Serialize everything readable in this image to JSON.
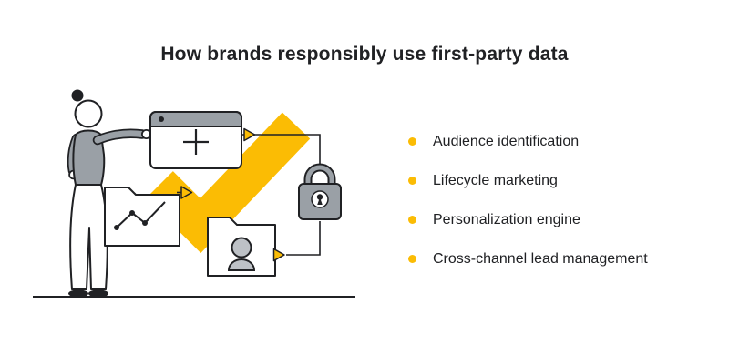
{
  "title": "How brands responsibly use first-party data",
  "benefits": {
    "items": [
      {
        "label": "Audience identification"
      },
      {
        "label": "Lifecycle marketing"
      },
      {
        "label": "Personalization engine"
      },
      {
        "label": "Cross-channel lead management"
      }
    ]
  },
  "illustration": {
    "description": "Woman beside a large yellow checkmark connecting a browser window, analytics folder, padlock and user-profile folder with arrow connectors above a ground line",
    "icons": [
      "browser-window-icon",
      "checkmark-icon",
      "analytics-folder-icon",
      "padlock-icon",
      "user-profile-folder-icon",
      "flow-arrow-icon"
    ]
  },
  "colors": {
    "accent_yellow": "#FBBC04",
    "text_dark": "#202124",
    "outline_dark": "#202124",
    "gray_fill": "#9AA0A6",
    "light_gray_fill": "#BDC1C6"
  }
}
